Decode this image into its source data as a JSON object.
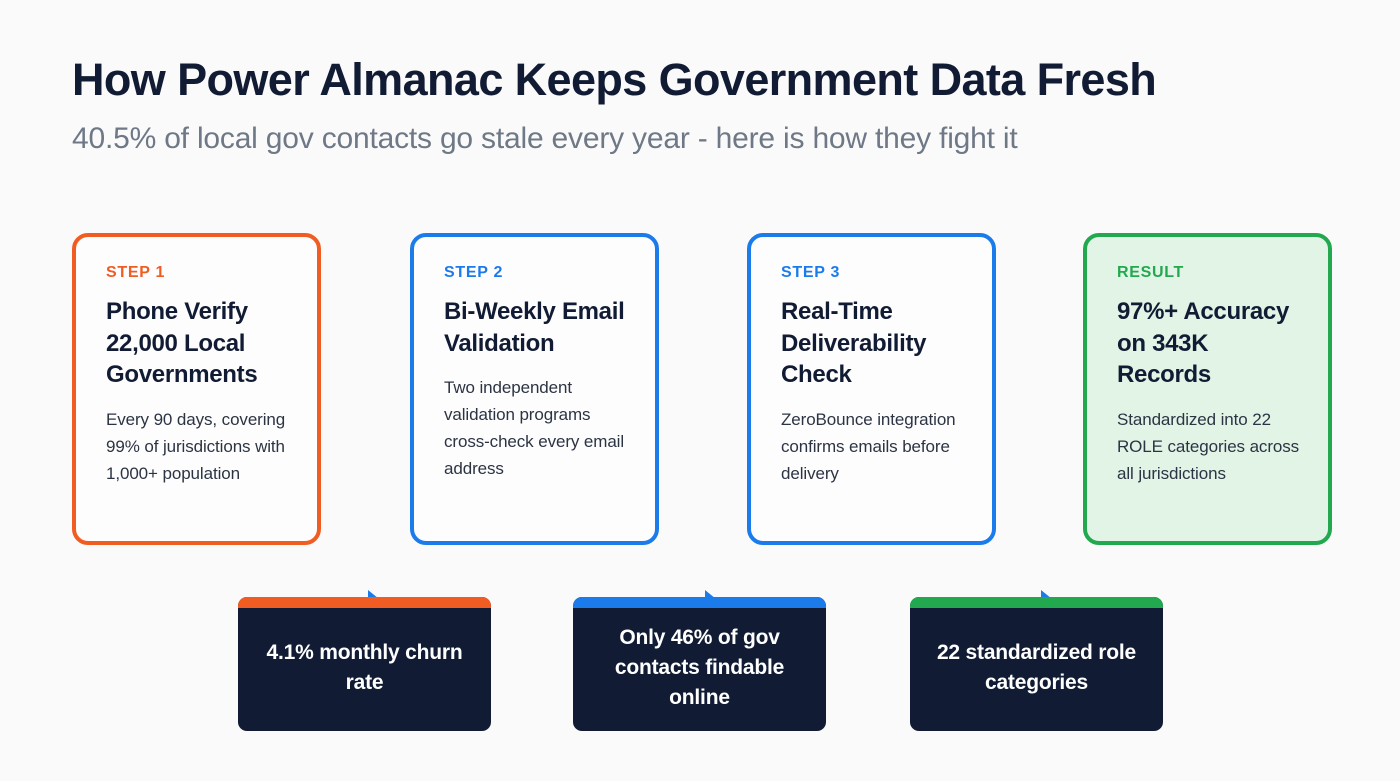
{
  "header": {
    "title": "How Power Almanac Keeps Government Data Fresh",
    "subtitle": "40.5% of local gov contacts go stale every year - here is how they fight it"
  },
  "colors": {
    "background": "#FAFAFA",
    "title": "#111C34",
    "subtitle": "#6E7886",
    "orange": "#F15C23",
    "blue": "#1C7BEA",
    "green": "#22A94F",
    "green_fill": "#E1F4E6",
    "navy": "#111C34"
  },
  "flow": {
    "arrow_icon": "arrow-right-icon",
    "steps": [
      {
        "eyebrow": "STEP 1",
        "heading": "Phone Verify 22,000 Local Governments",
        "body": "Every 90 days, covering 99% of jurisdictions with 1,000+ population",
        "accent": "#F15C23",
        "variant": "orange"
      },
      {
        "eyebrow": "STEP 2",
        "heading": "Bi-Weekly Email Validation",
        "body": "Two independent validation programs cross-check every email address",
        "accent": "#1C7BEA",
        "variant": "blue"
      },
      {
        "eyebrow": "STEP 3",
        "heading": "Real-Time Deliverability Check",
        "body": "ZeroBounce integration confirms emails before delivery",
        "accent": "#1C7BEA",
        "variant": "blue"
      },
      {
        "eyebrow": "RESULT",
        "heading": "97%+ Accuracy on 343K Records",
        "body": "Standardized into 22 ROLE categories across all jurisdictions",
        "accent": "#22A94F",
        "variant": "green"
      }
    ]
  },
  "stats": [
    {
      "text": "4.1% monthly churn rate",
      "accent": "#F15C23"
    },
    {
      "text": "Only 46% of gov contacts findable online",
      "accent": "#1C7BEA"
    },
    {
      "text": "22 standardized role categories",
      "accent": "#22A94F"
    }
  ]
}
